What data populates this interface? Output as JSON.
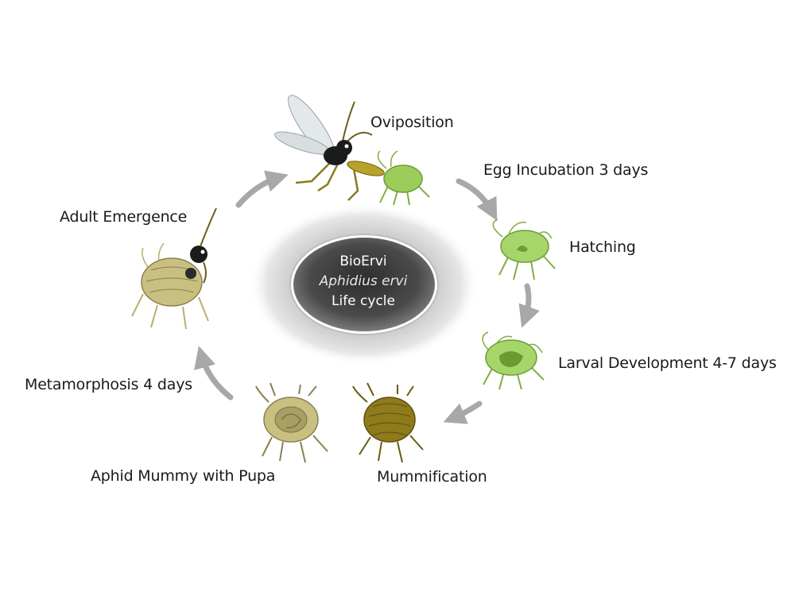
{
  "center": {
    "brand": "BioErvi",
    "species": "Aphidius ervi",
    "subtitle": "Life cycle"
  },
  "stages": {
    "oviposition": "Oviposition",
    "egg_incubation": "Egg Incubation 3 days",
    "hatching": "Hatching",
    "larval_development": "Larval Development 4-7 days",
    "mummification": "Mummification",
    "aphid_mummy_with_pupa": "Aphid Mummy with Pupa",
    "metamorphosis": "Metamorphosis 4 days",
    "adult_emergence": "Adult Emergence"
  },
  "colors": {
    "arrow": "#a8a8a8",
    "live_aphid": "#9ccd5a",
    "mummy": "#8f7a1c",
    "pupa_mummy": "#c9bf80",
    "wasp_body": "#1b1b1b",
    "wasp_abdomen": "#b8a22a",
    "center_dark": "#4d4d4d"
  }
}
